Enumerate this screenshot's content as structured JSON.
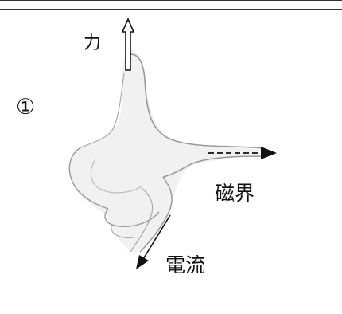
{
  "labels": {
    "force": "力",
    "number": "①",
    "magnetic_field": "磁界",
    "current": "電流"
  },
  "colors": {
    "ink": "#111111",
    "hand_outline": "#9a9a9a",
    "hand_shade": "#eeeeee",
    "background": "#ffffff"
  },
  "icons": {
    "force_arrow": "hollow-up-arrow-icon",
    "field_arrow": "dashed-right-arrow-icon",
    "current_arrow": "down-left-arrow-icon"
  }
}
